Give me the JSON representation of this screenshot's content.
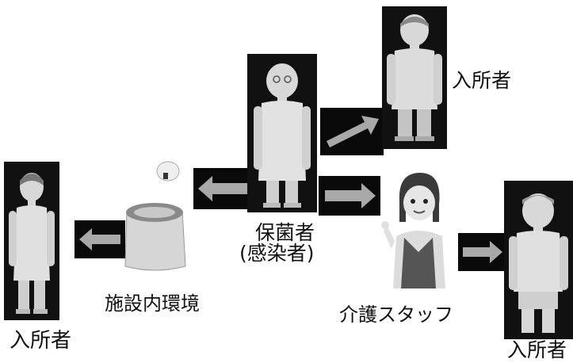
{
  "labels": {
    "resident_left": "入所者",
    "resident_top": "入所者",
    "resident_bottom_right": "入所者",
    "environment": "施設内環境",
    "carrier_line1": "保菌者",
    "carrier_line2": "(感染者)",
    "care_staff": "介護スタッフ"
  },
  "icons": {
    "resident_left": "resident-woman-icon",
    "resident_top": "resident-man-icon",
    "carrier": "carrier-elderly-man-icon",
    "resident_bottom_right": "resident-boy-icon",
    "environment": "portable-toilet-icon",
    "care_staff": "care-staff-woman-icon",
    "arrow": "transmission-arrow-icon"
  },
  "colors": {
    "figure_background": "#111111",
    "figure_light": "#d8d8d8",
    "text": "#111111",
    "staff_hair": "#3a3a3a",
    "staff_vest": "#555555"
  }
}
